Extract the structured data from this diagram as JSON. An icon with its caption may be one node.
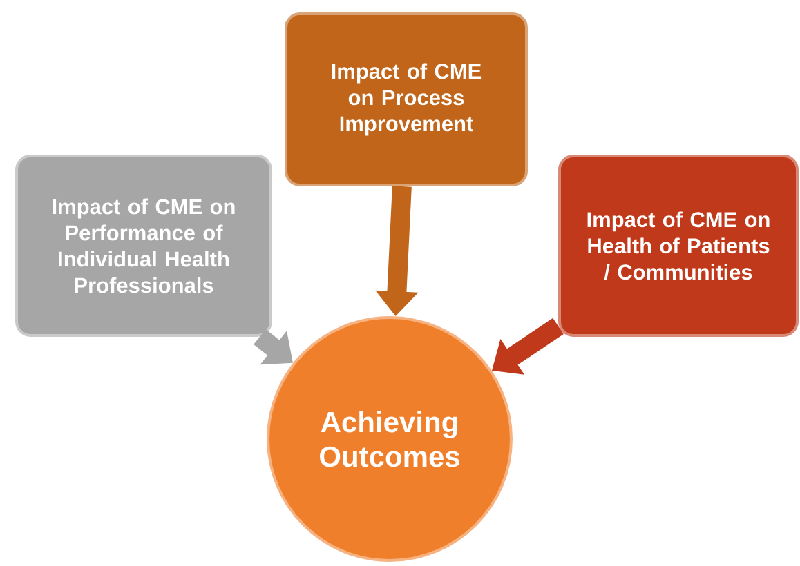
{
  "diagram": {
    "nodes": [
      {
        "text": [
          "Impact of CME on Performance of Individual Health Professionals"
        ]
      },
      {
        "text": [
          "Impact of CME on Process Improvement"
        ]
      },
      {
        "text": [
          "Impact of CME on Health of Patients / Communities"
        ]
      },
      {
        "text": [
          "Achieving Outcomes"
        ]
      }
    ],
    "edges": [
      {
        "from": 0,
        "to": 3,
        "arrow": "to",
        "color": "#a6a6a6"
      },
      {
        "from": 1,
        "to": 3,
        "arrow": "to",
        "color": "#c0651a"
      },
      {
        "from": 2,
        "to": 3,
        "arrow": "to",
        "color": "#c0391b"
      }
    ]
  }
}
